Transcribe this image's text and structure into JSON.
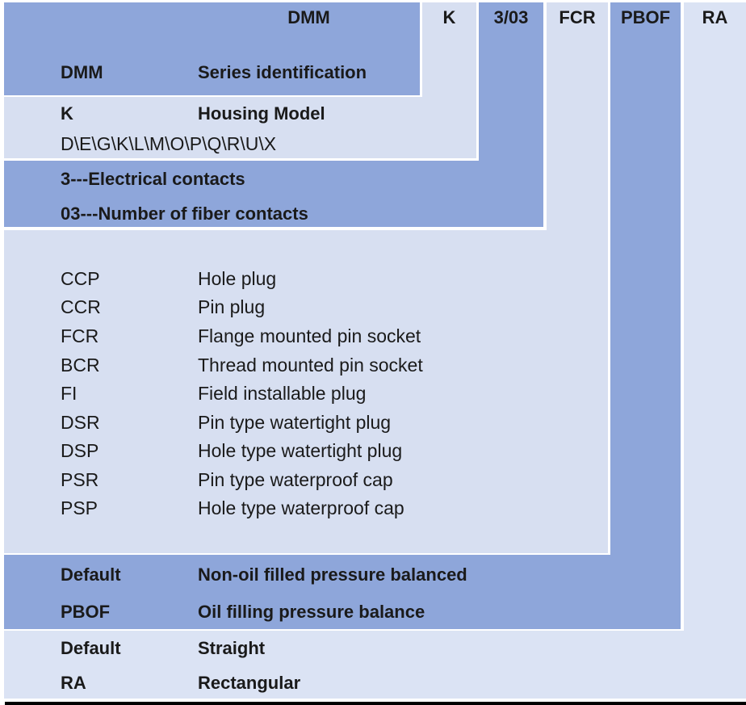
{
  "colors": {
    "medium_blue": "#8EA6DA",
    "light_blue": "#D7DFF1",
    "lighter_blue": "#DBE3F4",
    "background": "#FFFFFF",
    "text": "#1A1A1A",
    "bottom_bar": "#000000"
  },
  "part_number": {
    "series": "DMM",
    "segments": [
      "K",
      "3/03",
      "FCR",
      "PBOF",
      "RA"
    ]
  },
  "series_section": {
    "code": "DMM",
    "label": "Series identification"
  },
  "housing_section": {
    "code": "K",
    "label": "Housing Model",
    "options": "D\\E\\G\\K\\L\\M\\O\\P\\Q\\R\\U\\X"
  },
  "contacts_section": {
    "line1": "3---Electrical contacts",
    "line2": "03---Number of fiber contacts"
  },
  "termination_section": {
    "rows": [
      {
        "code": "CCP",
        "label": "Hole plug"
      },
      {
        "code": "CCR",
        "label": "Pin plug"
      },
      {
        "code": "FCR",
        "label": "Flange mounted pin socket"
      },
      {
        "code": "BCR",
        "label": "Thread mounted pin socket"
      },
      {
        "code": "FI",
        "label": "Field installable plug"
      },
      {
        "code": "DSR",
        "label": "Pin type watertight plug"
      },
      {
        "code": "DSP",
        "label": "Hole type watertight plug"
      },
      {
        "code": "PSR",
        "label": "Pin type waterproof cap"
      },
      {
        "code": "PSP",
        "label": "Hole type waterproof cap"
      }
    ]
  },
  "pressure_section": {
    "rows": [
      {
        "code": "Default",
        "label": "Non-oil filled pressure balanced"
      },
      {
        "code": "PBOF",
        "label": "Oil filling pressure balance"
      }
    ]
  },
  "orientation_section": {
    "rows": [
      {
        "code": "Default",
        "label": "Straight"
      },
      {
        "code": "RA",
        "label": "Rectangular"
      }
    ]
  }
}
